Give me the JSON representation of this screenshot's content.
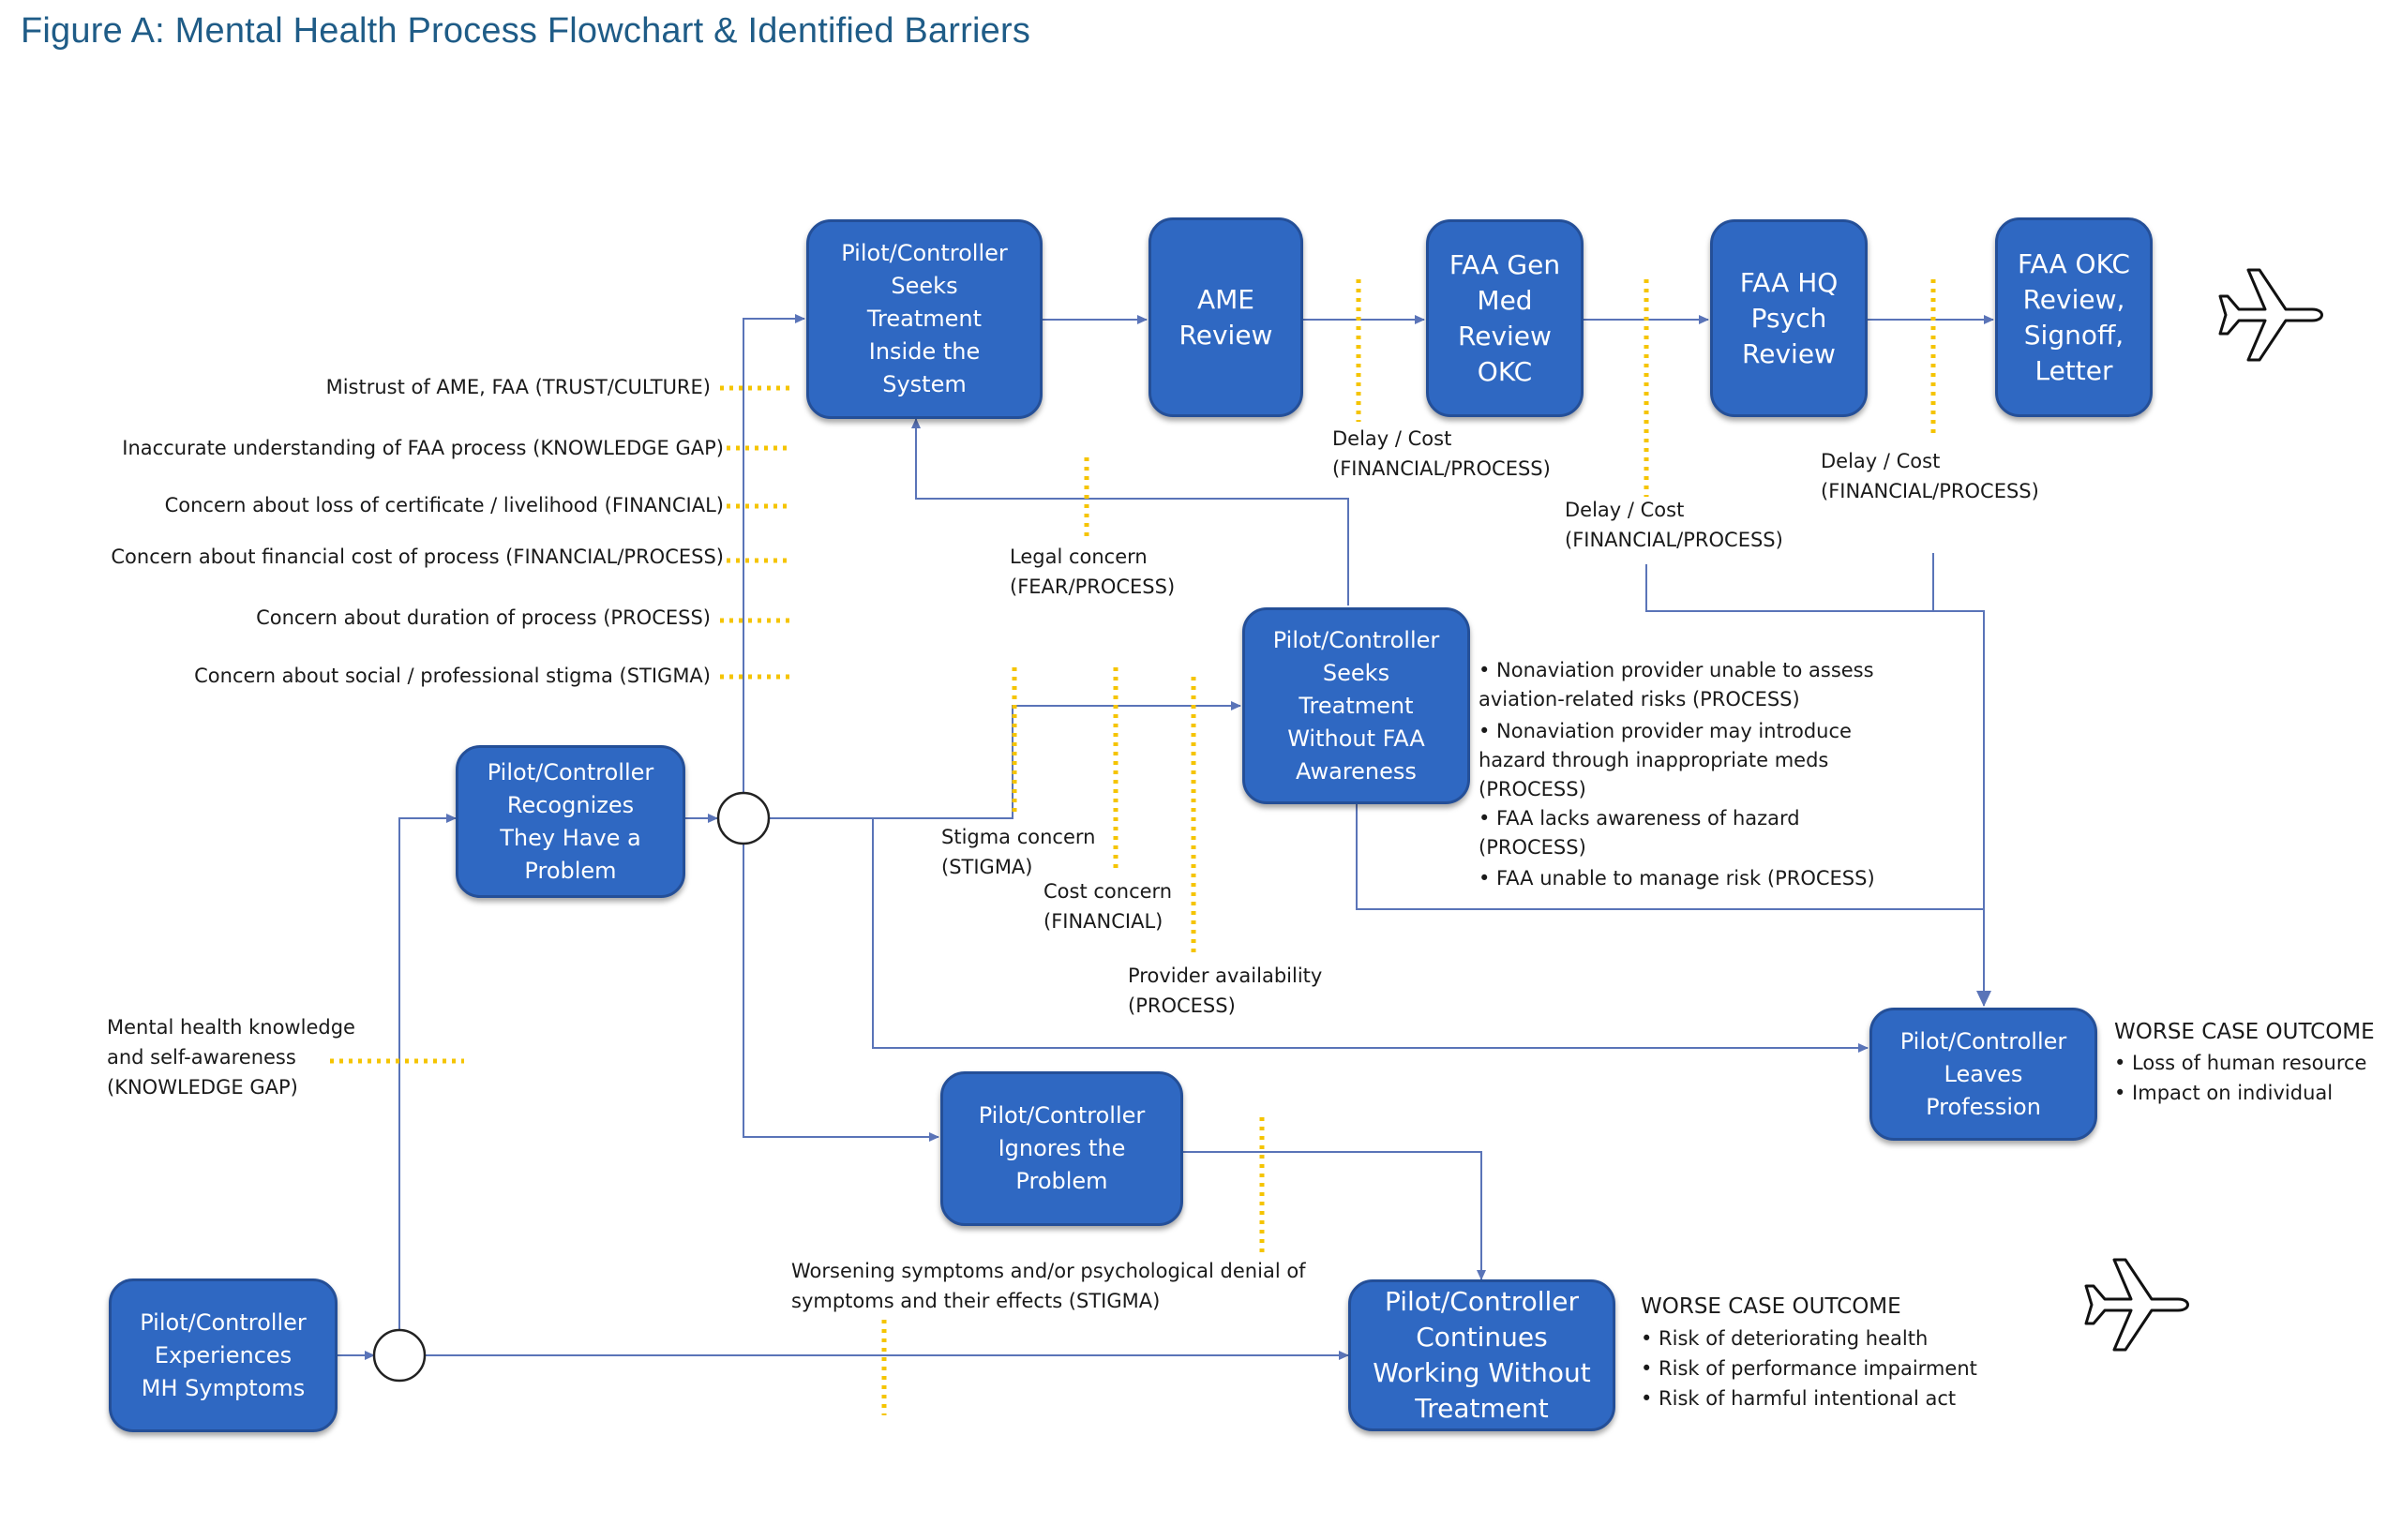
{
  "title": "Figure A: Mental Health Process Flowchart & Identified Barriers",
  "colors": {
    "box_fill": "#2f68c2",
    "box_border": "#244f98",
    "connector": "#5a74b8",
    "barrier_dots": "#f5c400",
    "title": "#1f5c87"
  },
  "boxes": {
    "seeks_inside": "Pilot/Controller\nSeeks\nTreatment\nInside the\nSystem",
    "ame_review": "AME\nReview",
    "faa_gen_med": "FAA Gen\nMed\nReview\nOKC",
    "faa_hq_psych": "FAA HQ\nPsych\nReview",
    "faa_okc": "FAA OKC\nReview,\nSignoff,\nLetter",
    "recognizes": "Pilot/Controller\nRecognizes\nThey Have a\nProblem",
    "seeks_without": "Pilot/Controller\nSeeks\nTreatment\nWithout FAA\nAwareness",
    "leaves": "Pilot/Controller\nLeaves\nProfession",
    "ignores": "Pilot/Controller\nIgnores the\nProblem",
    "experiences": "Pilot/Controller\nExperiences\nMH Symptoms",
    "continues": "Pilot/Controller\nContinues\nWorking Without\nTreatment"
  },
  "barriers_left": [
    "Mistrust of AME, FAA (TRUST/CULTURE)",
    "Inaccurate understanding of FAA process (KNOWLEDGE GAP)",
    "Concern about loss of certificate / livelihood (FINANCIAL)",
    "Concern about financial cost of process (FINANCIAL/PROCESS)",
    "Concern about duration of process (PROCESS)",
    "Concern about social / professional stigma (STIGMA)"
  ],
  "labels": {
    "delay_cost_1": "Delay / Cost\n(FINANCIAL/PROCESS)",
    "delay_cost_2": "Delay / Cost\n(FINANCIAL/PROCESS)",
    "delay_cost_3": "Delay / Cost\n(FINANCIAL/PROCESS)",
    "legal_concern": "Legal concern\n(FEAR/PROCESS)",
    "stigma_concern": "Stigma concern\n(STIGMA)",
    "cost_concern": "Cost concern\n(FINANCIAL)",
    "provider_availability": "Provider availability\n(PROCESS)",
    "mh_knowledge": "Mental health knowledge\nand self-awareness\n(KNOWLEDGE GAP)",
    "worsening": "Worsening symptoms and/or psychological denial of\nsymptoms and their effects (STIGMA)"
  },
  "nonaviation_risks": [
    "• Nonaviation provider unable to assess\n   aviation-related risks (PROCESS)",
    "• Nonaviation provider may introduce\n   hazard through inappropriate meds\n   (PROCESS)",
    "• FAA lacks awareness of hazard\n   (PROCESS)",
    "• FAA unable to manage risk (PROCESS)"
  ],
  "outcome_leaves": {
    "heading": "WORSE CASE OUTCOME",
    "items": [
      "• Loss of human resource",
      "• Impact on individual"
    ]
  },
  "outcome_continues": {
    "heading": "WORSE CASE OUTCOME",
    "items": [
      "• Risk of deteriorating health",
      "• Risk of performance impairment",
      "• Risk of harmful intentional act"
    ]
  },
  "icons": [
    "airplane-icon-top",
    "airplane-icon-bottom"
  ]
}
